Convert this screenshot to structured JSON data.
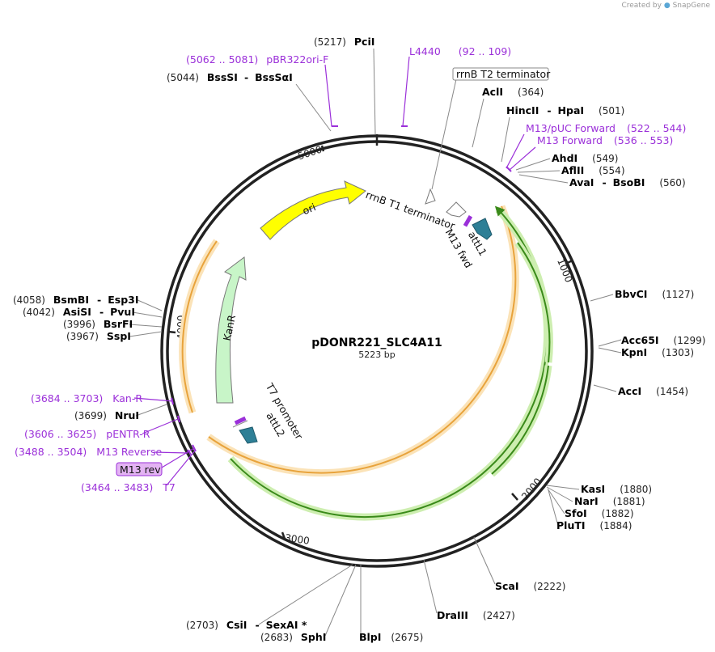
{
  "credit": {
    "created_by": "Created by",
    "brand": "SnapGene"
  },
  "plasmid": {
    "name": "pDONR221_SLC4A11",
    "size": "5223 bp"
  },
  "ticks": {
    "t1000": "1000",
    "t2000": "2000",
    "t3000": "3000",
    "t4000": "4000",
    "t5000": "5000"
  },
  "sites": {
    "pcii": {
      "pos": "(5217)",
      "name": "PciI"
    },
    "bsssi": {
      "pos": "(5044)",
      "name": "BssSI",
      "name2": "BssSαI"
    },
    "acli": {
      "name": "AclI",
      "pos": "(364)"
    },
    "hincii": {
      "name": "HincII",
      "name2": "HpaI",
      "pos": "(501)"
    },
    "ahdi": {
      "name": "AhdI",
      "pos": "(549)"
    },
    "aflii": {
      "name": "AflII",
      "pos": "(554)"
    },
    "avai": {
      "name": "AvaI",
      "name2": "BsoBI",
      "pos": "(560)"
    },
    "bbvci": {
      "name": "BbvCI",
      "pos": "(1127)"
    },
    "acc65i": {
      "name": "Acc65I",
      "pos": "(1299)"
    },
    "kpni": {
      "name": "KpnI",
      "pos": "(1303)"
    },
    "acci": {
      "name": "AccI",
      "pos": "(1454)"
    },
    "kasi": {
      "name": "KasI",
      "pos": "(1880)"
    },
    "nari": {
      "name": "NarI",
      "pos": "(1881)"
    },
    "sfoi": {
      "name": "SfoI",
      "pos": "(1882)"
    },
    "pluti": {
      "name": "PluTI",
      "pos": "(1884)"
    },
    "scai": {
      "name": "ScaI",
      "pos": "(2222)"
    },
    "draiii": {
      "name": "DraIII",
      "pos": "(2427)"
    },
    "blpi": {
      "name": "BlpI",
      "pos": "(2675)"
    },
    "sphi": {
      "pos": "(2683)",
      "name": "SphI"
    },
    "csii": {
      "pos": "(2703)",
      "name": "CsiI",
      "name2": "SexAI *"
    },
    "nrui": {
      "pos": "(3699)",
      "name": "NruI"
    },
    "sspi": {
      "pos": "(3967)",
      "name": "SspI"
    },
    "bsrfi": {
      "pos": "(3996)",
      "name": "BsrFI"
    },
    "asisi": {
      "pos": "(4042)",
      "name": "AsiSI",
      "name2": "PvuI"
    },
    "bsmbi": {
      "pos": "(4058)",
      "name": "BsmBI",
      "name2": "Esp3I"
    }
  },
  "primers": {
    "pbr322": {
      "range": "(5062 .. 5081)",
      "name": "pBR322ori-F"
    },
    "l4440": {
      "name": "L4440",
      "range": "(92 .. 109)"
    },
    "m13puc": {
      "name": "M13/pUC Forward",
      "range": "(522 .. 544)"
    },
    "m13fwd": {
      "name": "M13 Forward",
      "range": "(536 .. 553)"
    },
    "kanr": {
      "range": "(3684 .. 3703)",
      "name": "Kan-R"
    },
    "pentr": {
      "range": "(3606 .. 3625)",
      "name": "pENTR-R"
    },
    "m13rev": {
      "range": "(3488 .. 3504)",
      "name": "M13 Reverse"
    },
    "m13rev_box": {
      "name": "M13 rev"
    },
    "t7": {
      "range": "(3464 .. 3483)",
      "name": "T7"
    }
  },
  "features": {
    "rrnb_t2": "rrnB T2 terminator",
    "rrnb_t1": "rrnB T1 terminator",
    "ori": "ori",
    "kanr": "KanR",
    "attl1": "attL1",
    "m13fwd": "M13 fwd",
    "t7promoter": "T7 promoter",
    "attl2": "attL2"
  },
  "colors": {
    "backbone": "#222222",
    "orf_outline": "#e8a33c",
    "orf_glow": "#fbe3b8",
    "green_inner": "#3a8a1a",
    "green_glow": "#cdeeb0",
    "ori_fill": "#ffff00",
    "kanr_fill": "#c8f5c8",
    "attl_fill": "#2e7f96",
    "primer": "#9b30d9"
  }
}
